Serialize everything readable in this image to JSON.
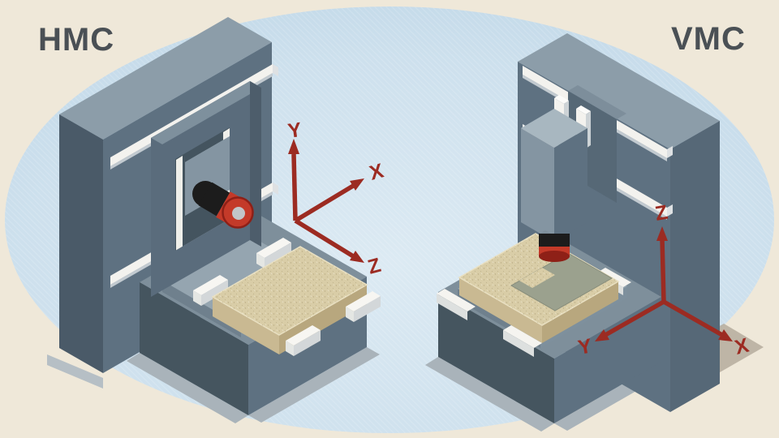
{
  "scene": {
    "hmc": {
      "label": "HMC",
      "axes": {
        "x": "X",
        "y": "Y",
        "z": "Z"
      }
    },
    "vmc": {
      "label": "VMC",
      "axes": {
        "x": "X",
        "y": "Y",
        "z": "Z"
      }
    }
  },
  "colors": {
    "background": "#EFE8D9",
    "ellipse_outer": "#B9D3E5",
    "ellipse_inner": "#DCEAF3",
    "machine_front": "#5E7181",
    "machine_side_dark": "#45555F",
    "machine_top": "#8C9DA9",
    "machine_light": "#8495A2",
    "rail_white": "#F3F2EE",
    "workpiece_top": "#D9CDA7",
    "workpiece_side": "#B8A77E",
    "pocket_green": "#9BA18E",
    "spindle_red": "#C43A29",
    "spindle_black": "#1C1C1C",
    "axis_red": "#9C2B22",
    "title_gray": "#4A5055",
    "ground_shadow": "#A9B3BA"
  }
}
